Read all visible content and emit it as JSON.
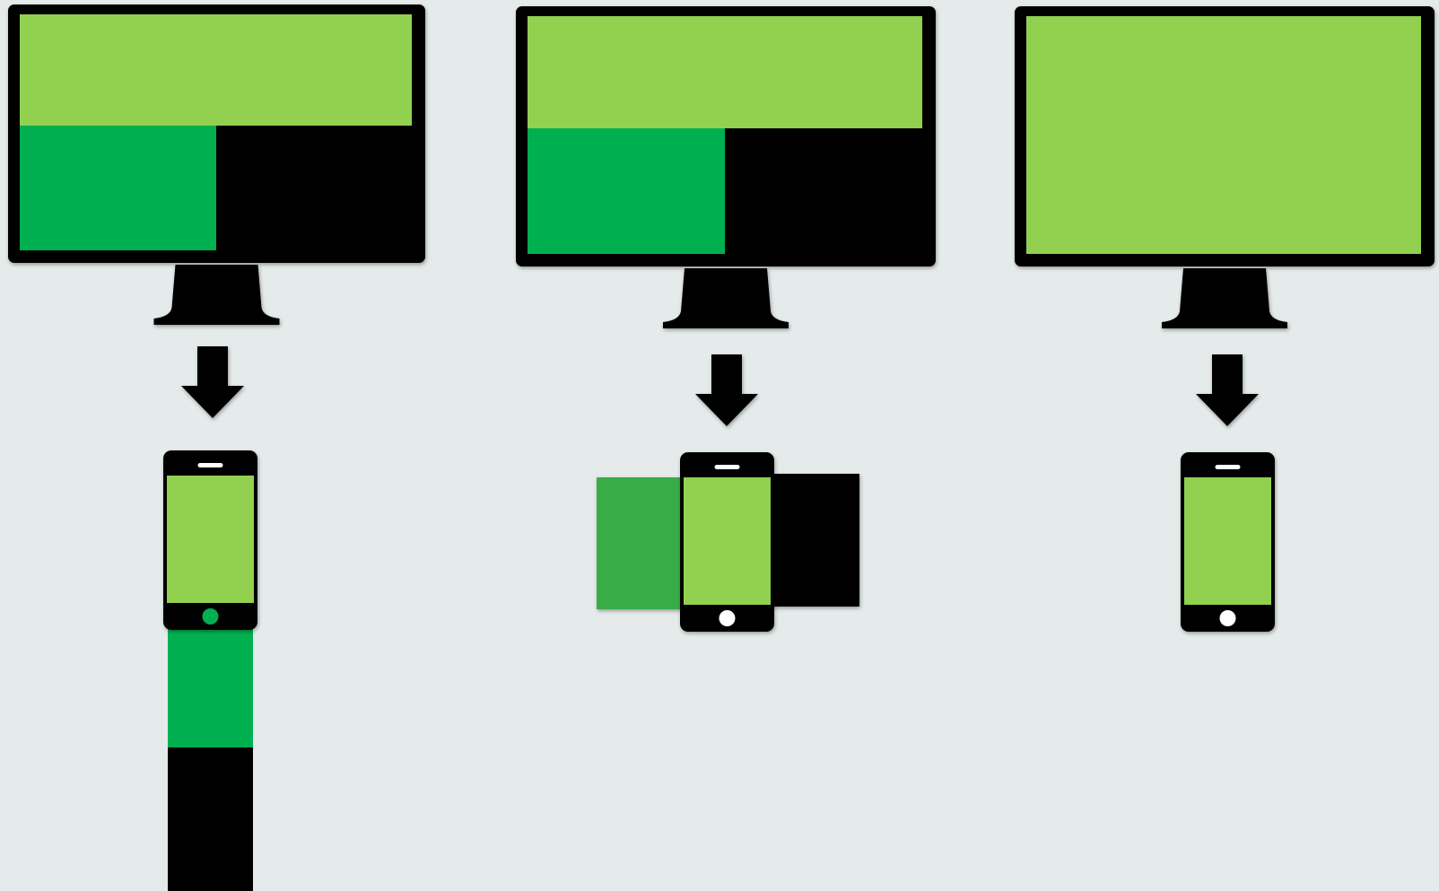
{
  "diagram": {
    "background": "#e4ebea",
    "colors": {
      "light_green": "#92d050",
      "dark_green": "#00b050",
      "mid_green": "#38ac46",
      "black": "#000000",
      "white": "#ffffff"
    },
    "panels": [
      {
        "id": "stack",
        "desktop": {
          "screen_layout": "header-two-columns",
          "blocks": [
            "header-light-green",
            "left-dark-green",
            "right-black"
          ]
        },
        "arrow": "down-arrow-icon",
        "phone": {
          "layout": "stacked-vertical",
          "visible_block": "header-light-green",
          "blocks_below": [
            "left-dark-green",
            "right-black"
          ]
        }
      },
      {
        "id": "carousel",
        "desktop": {
          "screen_layout": "header-two-columns",
          "blocks": [
            "header-light-green",
            "left-dark-green",
            "right-black"
          ]
        },
        "arrow": "down-arrow-icon",
        "phone": {
          "layout": "side-by-side-horizontal",
          "visible_block": "header-light-green",
          "blocks_left": [
            "left-dark-green"
          ],
          "blocks_right": [
            "right-black"
          ]
        }
      },
      {
        "id": "single",
        "desktop": {
          "screen_layout": "single-block",
          "blocks": [
            "full-light-green"
          ]
        },
        "arrow": "down-arrow-icon",
        "phone": {
          "layout": "single",
          "visible_block": "full-light-green"
        }
      }
    ]
  }
}
